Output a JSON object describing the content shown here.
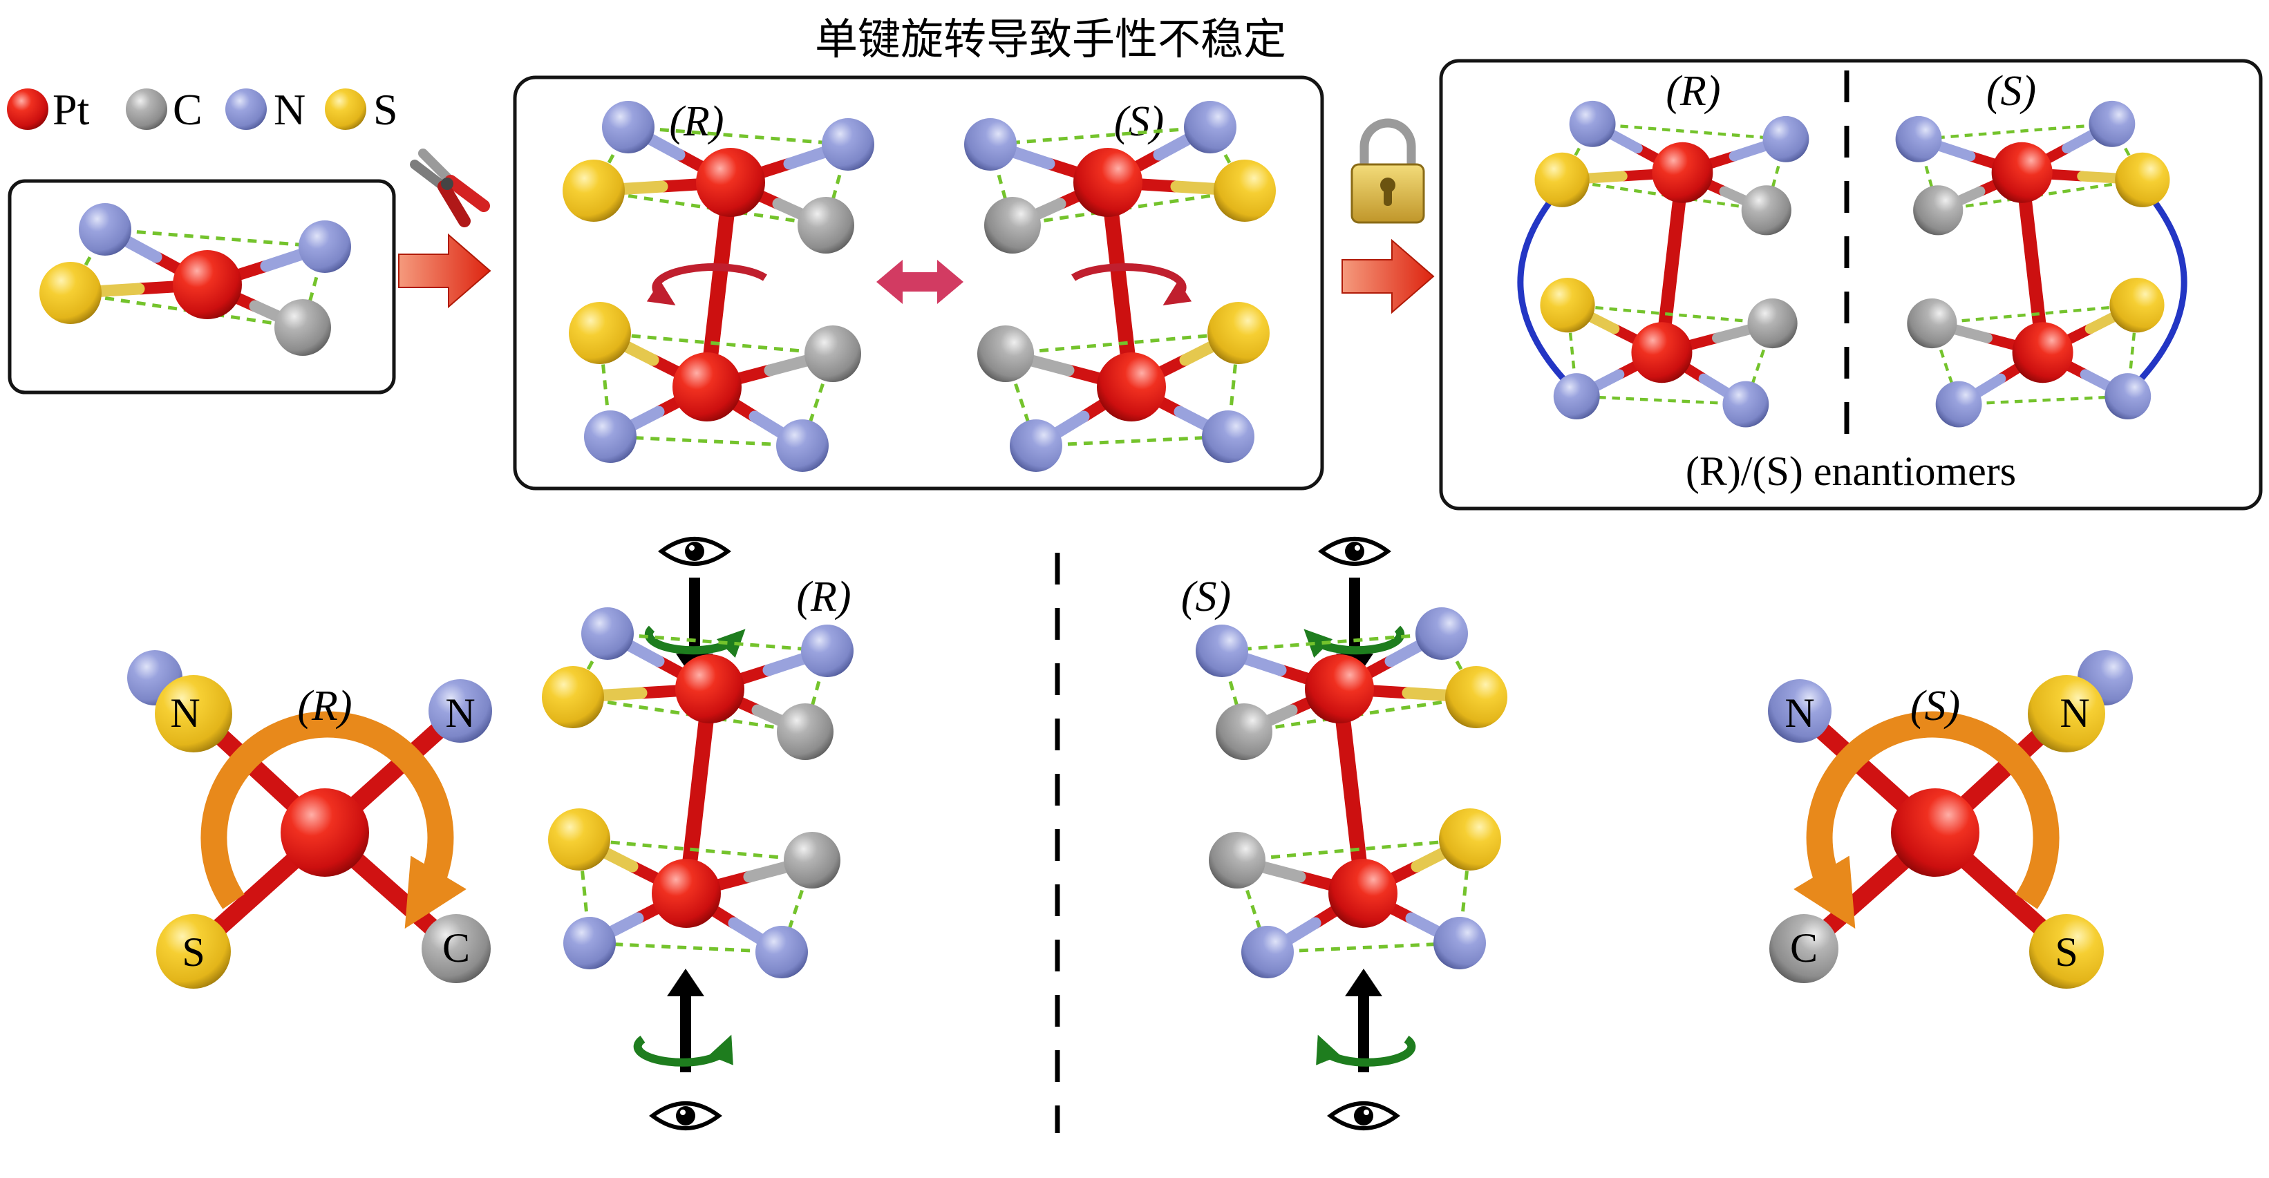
{
  "title": "单键旋转导致手性不稳定",
  "legend": {
    "items": [
      {
        "label": "Pt",
        "color": "#e11212"
      },
      {
        "label": "C",
        "color": "#8f8f8f"
      },
      {
        "label": "N",
        "color": "#8a93d6"
      },
      {
        "label": "S",
        "color": "#f0c41e"
      }
    ]
  },
  "panel_rotation": {
    "r_label": "(R)",
    "s_label": "(S)"
  },
  "panel_locked": {
    "r_label": "(R)",
    "s_label": "(S)",
    "caption": "(R)/(S) enantiomers"
  },
  "bottom": {
    "stack_r_label": "(R)",
    "stack_s_label": "(S)",
    "newman_r": {
      "label": "(R)",
      "atoms": [
        "N",
        "N",
        "S",
        "C"
      ]
    },
    "newman_s": {
      "label": "(S)",
      "atoms": [
        "N",
        "N",
        "C",
        "S"
      ]
    }
  },
  "colors": {
    "pt": "#e11212",
    "c": "#8f8f8f",
    "n": "#8a93d6",
    "s": "#f0c41e",
    "dashed_contact": "#74c32c",
    "bond_rotation_arrow": "#c01f2e",
    "interconversion_arrow": "#d23b62",
    "flow_arrow": "#dd2410",
    "lock_gold": "#d9a928",
    "chirality_arc": "#2336c4",
    "newman_arrow": "#e8891b",
    "view_rotation": "#1e7d1e"
  }
}
